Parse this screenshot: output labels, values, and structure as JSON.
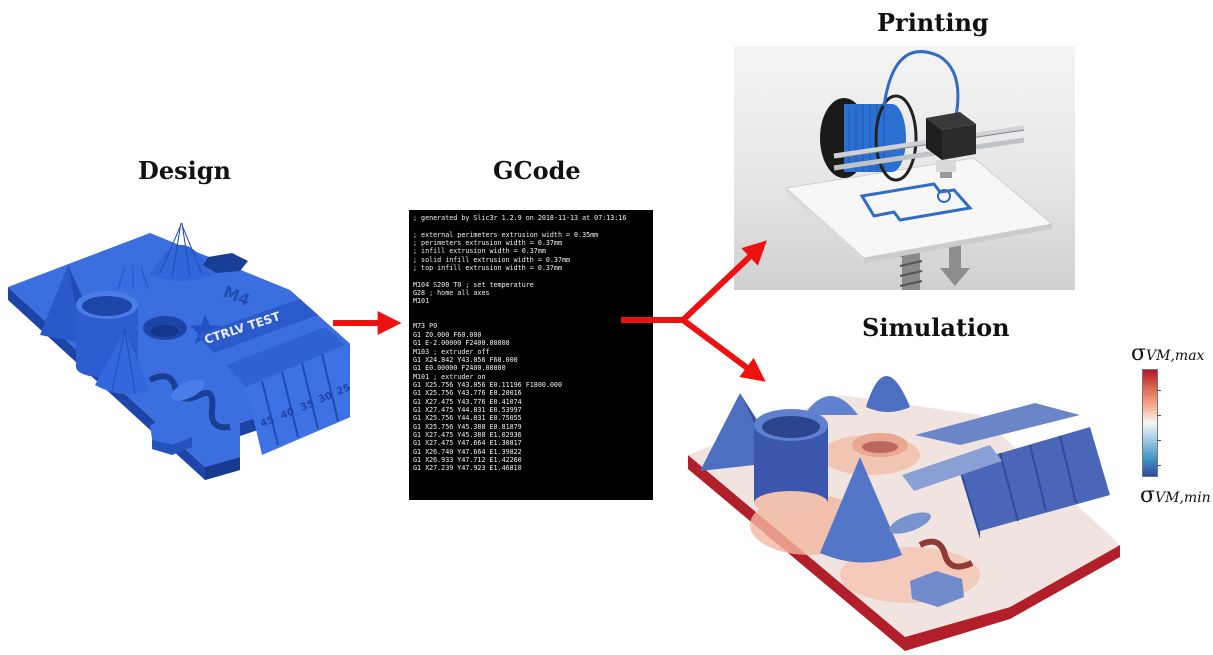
{
  "titles": {
    "design": "Design",
    "gcode": "GCode",
    "printing": "Printing",
    "simulation": "Simulation"
  },
  "gcode_lines": [
    "; generated by Slic3r 1.2.9 on 2018-11-13 at 07:13:16",
    "",
    "; external perimeters extrusion width = 0.35mm",
    "; perimeters extrusion width = 0.37mm",
    "; infill extrusion width = 0.37mm",
    "; solid infill extrusion width = 0.37mm",
    "; top infill extrusion width = 0.37mm",
    "",
    "M104 S200 T0 ; set temperature",
    "G28 ; home all axes",
    "M101",
    "",
    "",
    "M73 P0",
    "G1 Z0.000 F60.000",
    "G1 E-2.00000 F2400.00000",
    "M103 ; extruder off",
    "G1 X24.842 Y43.056 F60.000",
    "G1 E0.00000 F2400.00000",
    "M101 ; extruder on",
    "G1 X25.756 Y43.056 E0.11196 F1800.000",
    "G1 X25.756 Y43.776 E0.20016",
    "G1 X27.475 Y43.776 E0.41074",
    "G1 X27.475 Y44.831 E0.53997",
    "G1 X25.756 Y44.831 E0.75055",
    "G1 X25.756 Y45.388 E0.81879",
    "G1 X27.475 Y45.388 E1.02936",
    "G1 X27.475 Y47.664 E1.30817",
    "G1 X26.740 Y47.664 E1.39822",
    "G1 X26.933 Y47.712 E1.42260",
    "G1 X27.239 Y47.923 E1.46810"
  ],
  "model_labels": {
    "brand": "CTRLV TEST",
    "size": "M4",
    "angles": [
      "45",
      "40",
      "35",
      "30",
      "25"
    ]
  },
  "colorbar": {
    "max_symbol": "σ",
    "max_sub": "VM,max",
    "min_symbol": "σ",
    "min_sub": "VM,min"
  },
  "colors": {
    "model_blue": "#2f63d8",
    "arrow_red": "#ee1111",
    "stress_high": "#b2182b",
    "stress_low": "#2f4b9a"
  }
}
